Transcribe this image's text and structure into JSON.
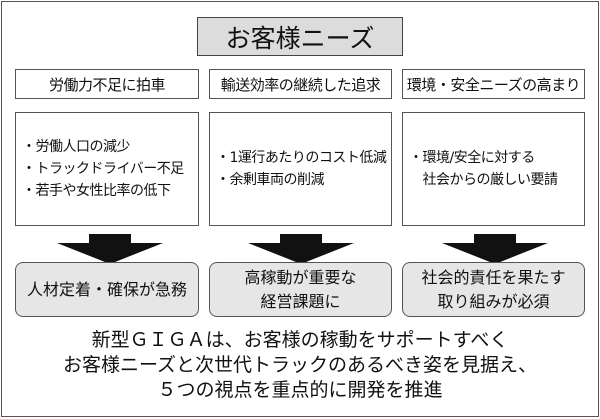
{
  "title": "お客様ニーズ",
  "columns": [
    {
      "header": "労働力不足に拍車",
      "details": [
        "・労働人口の減少",
        "・トラックドライバー不足",
        "・若手や女性比率の低下"
      ],
      "result": [
        "人材定着・確保が急務"
      ]
    },
    {
      "header": "輸送効率の継続した追求",
      "details": [
        "・1運行あたりのコスト低減",
        "・余剰車両の削減"
      ],
      "result": [
        "高稼動が重要な",
        "経営課題に"
      ]
    },
    {
      "header": "環境・安全ニーズの高まり",
      "details": [
        "・環境/安全に対する",
        "　社会からの厳しい要請"
      ],
      "result": [
        "社会的責任を果たす",
        "取り組みが必須"
      ]
    }
  ],
  "summary": [
    "新型ＧＩＧＡは、お客様の稼動をサポートすべく",
    "お客様ニーズと次世代トラックのあるべき姿を見据え、",
    "５つの視点を重点的に開発を推進"
  ]
}
